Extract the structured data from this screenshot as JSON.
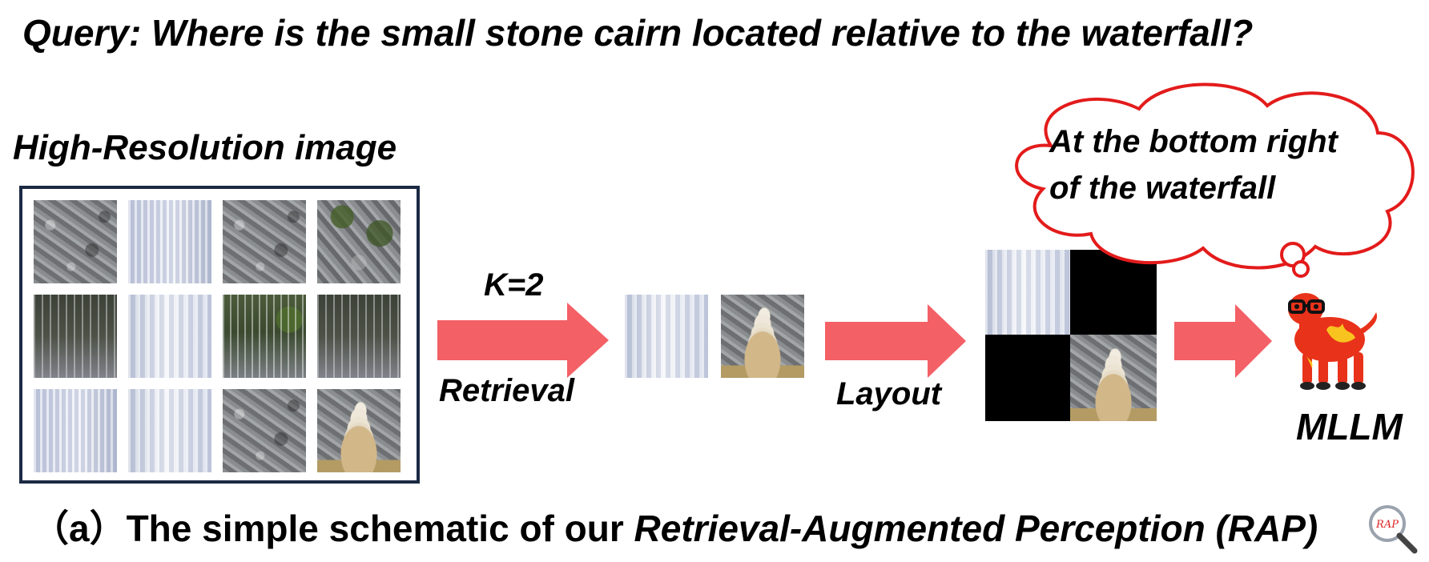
{
  "query": "Query: Where is the small stone cairn located relative to the waterfall?",
  "hr_image_title": "High-Resolution image",
  "k_label": "K=2",
  "retrieval_label": "Retrieval",
  "layout_label": "Layout",
  "mllm_label": "MLLM",
  "answer_line1": "At the bottom right",
  "answer_line2": "of the waterfall",
  "caption_prefix": "（a）The simple schematic of our ",
  "caption_emphasis": "Retrieval-Augmented Perception (RAP)",
  "logo_text": "RAP",
  "colors": {
    "arrow": "#f36066",
    "cloud_stroke": "#e31b1b",
    "frame": "#1b2a44",
    "mascot": "#e8321a"
  }
}
